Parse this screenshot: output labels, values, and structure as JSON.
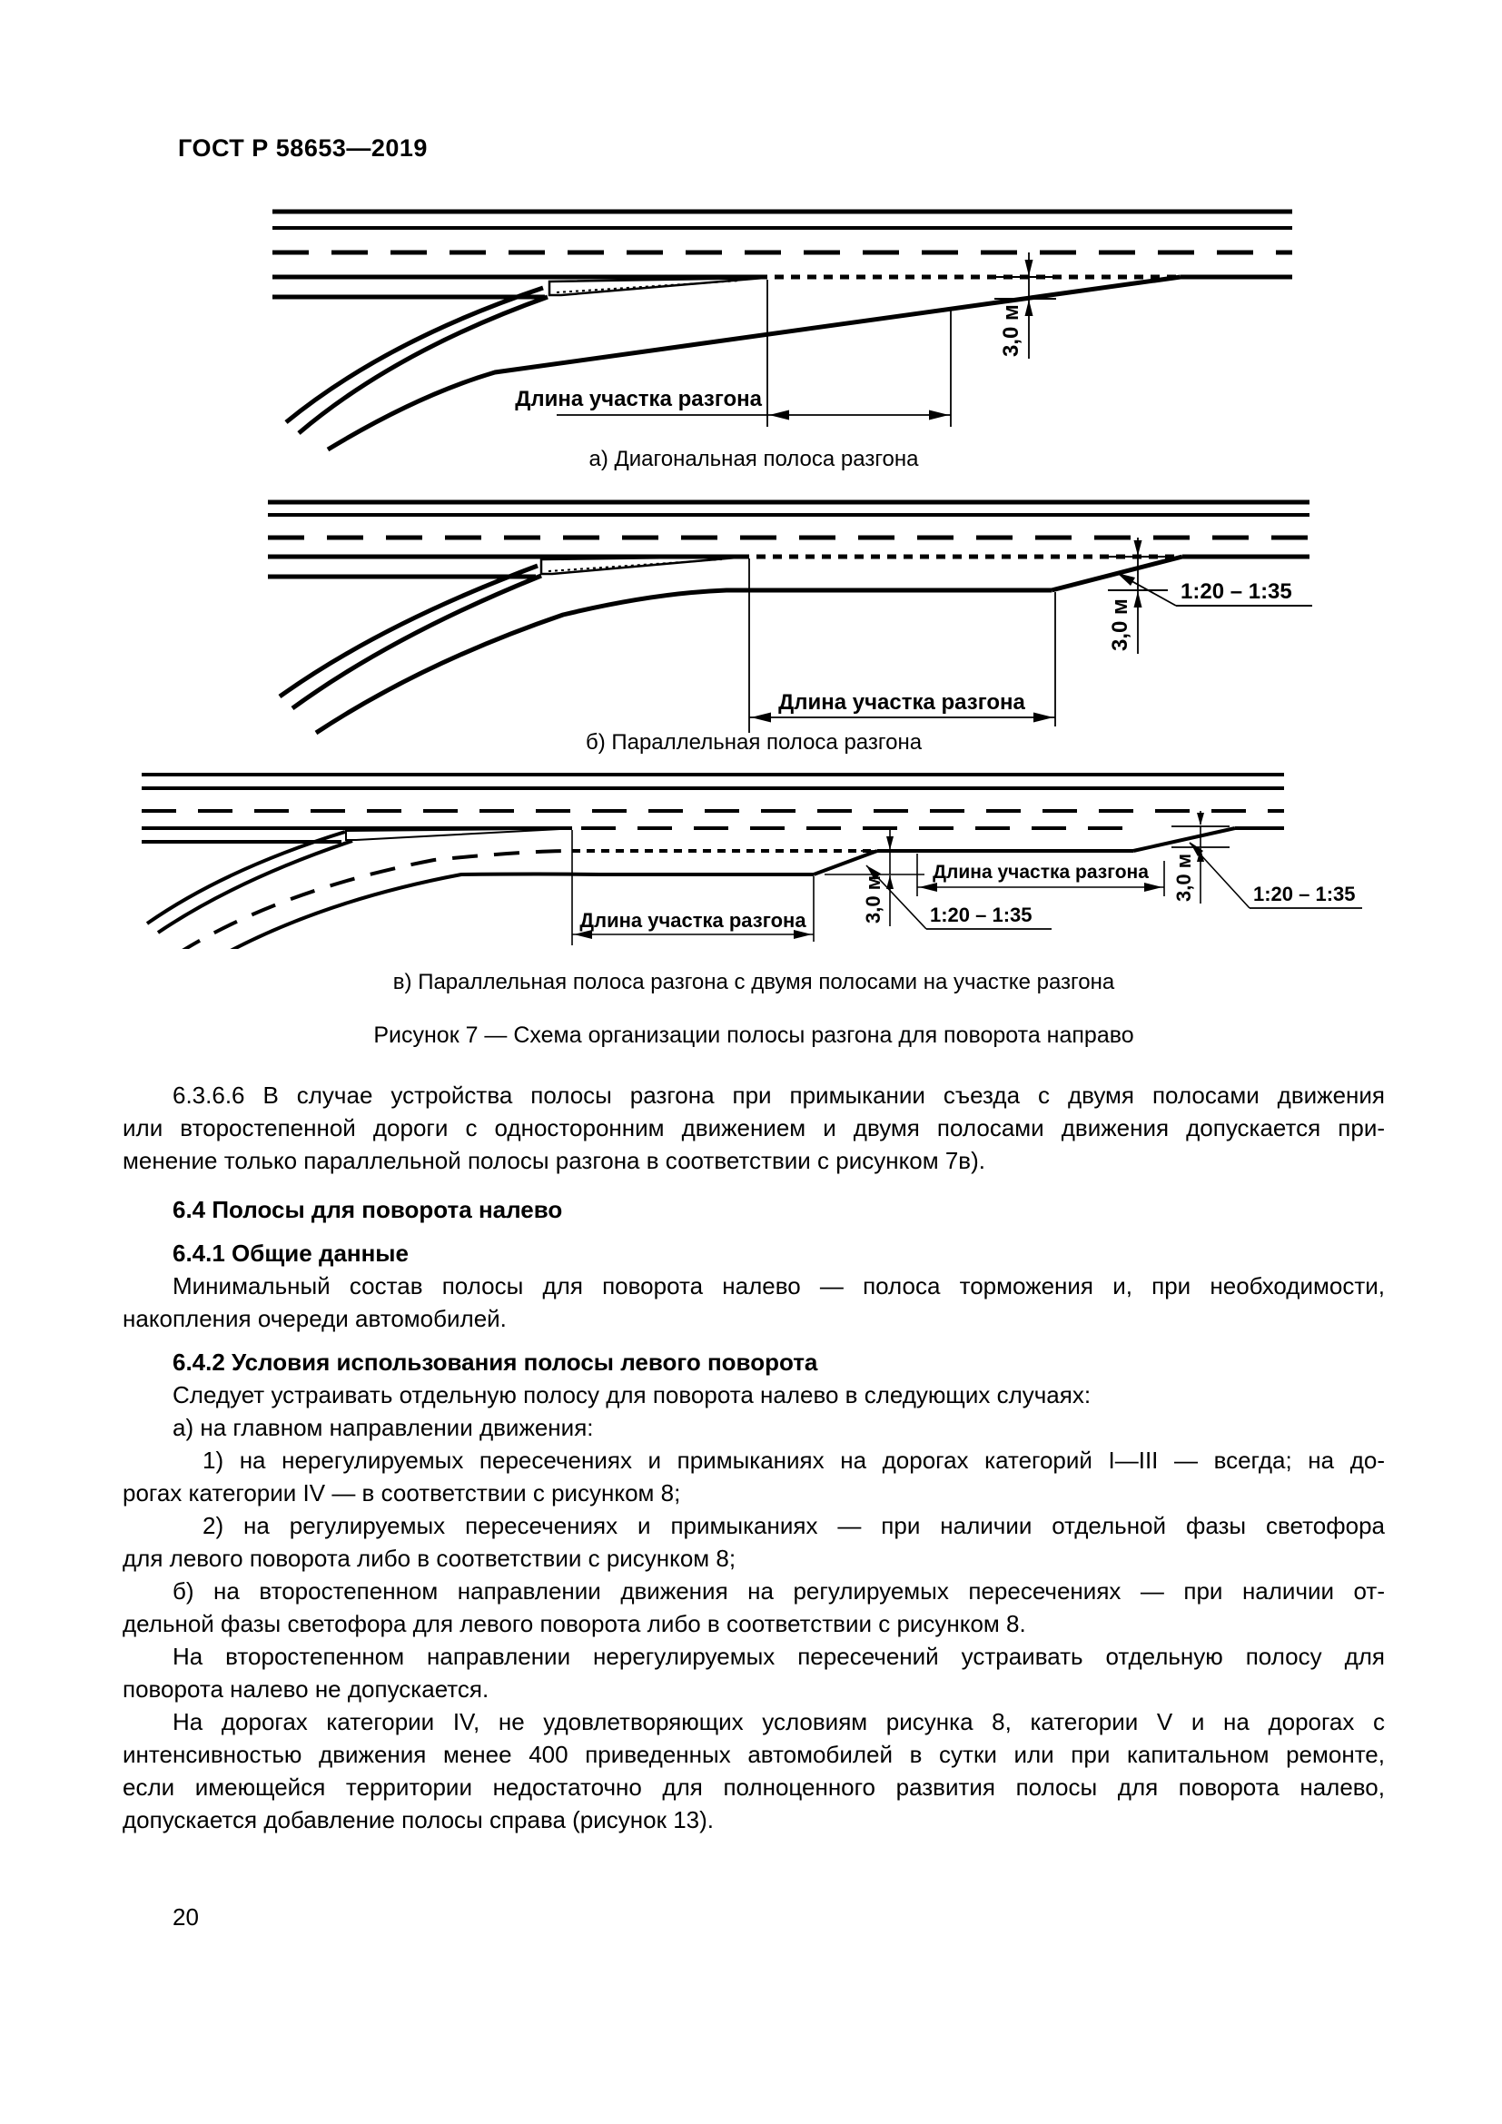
{
  "page": {
    "header": "ГОСТ Р 58653—2019",
    "page_number": "20"
  },
  "figure": {
    "caption_a": "а) Диагональная полоса разгона",
    "caption_b": "б) Параллельная полоса разгона",
    "caption_c": "в) Параллельная полоса разгона с двумя полосами на участке разгона",
    "figure_caption": "Рисунок 7 — Схема организации полосы разгона для поворота направо",
    "labels": {
      "length_label": "Длина участка разгона",
      "width_label": "3,0 м",
      "taper_label": "1:20 – 1:35"
    }
  },
  "content": {
    "p_6366": {
      "lines": [
        "6.3.6.6 В случае устройства полосы разгона при примыкании съезда с двумя полосами движения",
        "или второстепенной дороги с односторонним движением и двумя полосами движения допускается при-",
        "менение только параллельной полосы разгона в соответствии с рисунком 7в)."
      ]
    },
    "h_64": "6.4 Полосы для поворота налево",
    "h_641": "6.4.1 Общие данные",
    "p_641": {
      "lines": [
        "Минимальный состав полосы для поворота налево — полоса торможения и, при необходимости,",
        "накопления очереди автомобилей."
      ]
    },
    "h_642": "6.4.2 Условия использования полосы левого поворота",
    "p_642_intro": "Следует устраивать отдельную полосу для поворота налево в следующих случаях:",
    "p_642_a": "а) на главном направлении движения:",
    "p_642_a1": {
      "lines": [
        "1) на нерегулируемых пересечениях и примыканиях на дорогах категорий I—III — всегда; на до-",
        "рогах категории IV — в соответствии с рисунком 8;"
      ]
    },
    "p_642_a2": {
      "lines": [
        "2)  на регулируемых пересечениях и примыканиях — при наличии отдельной фазы светофора",
        "для левого поворота либо в соответствии с рисунком 8;"
      ]
    },
    "p_642_b": {
      "lines": [
        "б) на второстепенном направлении движения на регулируемых пересечениях — при наличии от-",
        "дельной фазы светофора для левого поворота либо в соответствии с рисунком 8."
      ]
    },
    "p_secondary": {
      "lines": [
        "На второстепенном направлении нерегулируемых пересечений устраивать отдельную полосу для",
        "поворота налево не допускается."
      ]
    },
    "p_roads": {
      "lines": [
        "На дорогах категории IV, не удовлетворяющих условиям рисунка 8, категории V и на дорогах с",
        "интенсивностью движения менее 400 приведенных автомобилей в сутки или при капитальном ремонте,",
        "если имеющейся территории недостаточно для полноценного развития полосы для поворота налево,",
        "допускается добавление полосы справа (рисунок 13)."
      ]
    }
  }
}
